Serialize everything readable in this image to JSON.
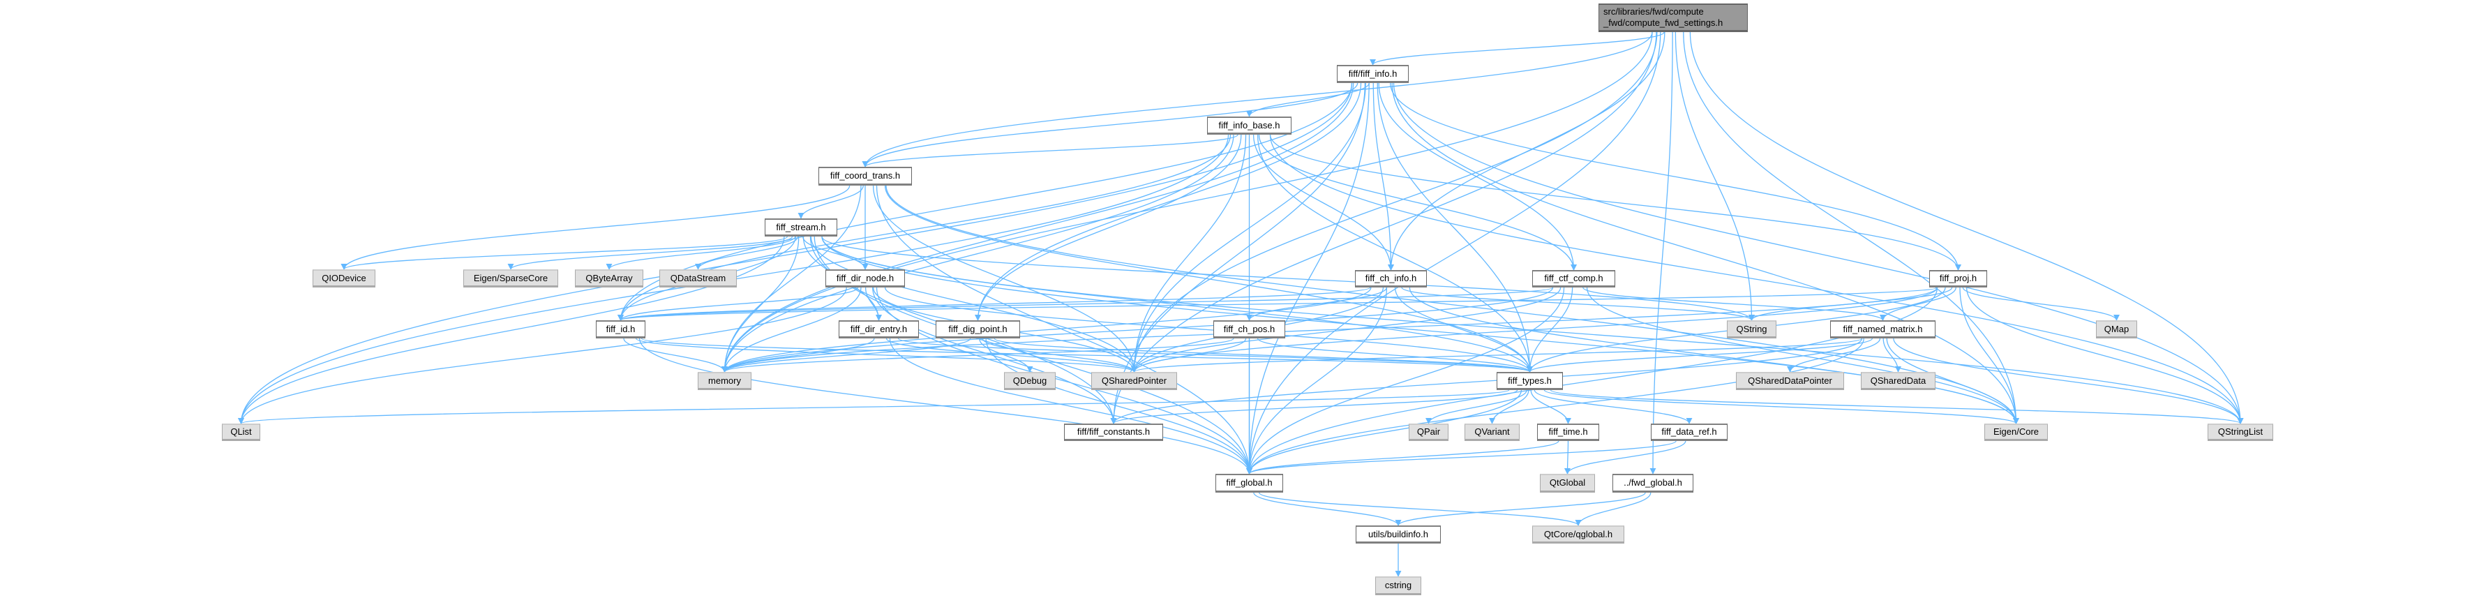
{
  "graph": {
    "type": "include-dependency-graph",
    "root": "root",
    "colors": {
      "edge": "#63b8ff",
      "node_bg": "#ffffff",
      "external_bg": "#e0e0e0",
      "root_bg": "#999999"
    },
    "nodes": [
      {
        "id": "root",
        "lines": [
          "src/libraries/fwd/compute",
          "_fwd/compute_fwd_settings.h"
        ],
        "kind": "root"
      },
      {
        "id": "fiff_info",
        "lines": [
          "fiff/fiff_info.h"
        ],
        "kind": "local"
      },
      {
        "id": "fiff_info_base",
        "lines": [
          "fiff_info_base.h"
        ],
        "kind": "local"
      },
      {
        "id": "fiff_coord_trans",
        "lines": [
          "fiff_coord_trans.h"
        ],
        "kind": "local"
      },
      {
        "id": "fiff_stream",
        "lines": [
          "fiff_stream.h"
        ],
        "kind": "local"
      },
      {
        "id": "QIODevice",
        "lines": [
          "QIODevice"
        ],
        "kind": "external"
      },
      {
        "id": "Eigen_SparseCore",
        "lines": [
          "Eigen/SparseCore"
        ],
        "kind": "external"
      },
      {
        "id": "QByteArray",
        "lines": [
          "QByteArray"
        ],
        "kind": "external"
      },
      {
        "id": "QDataStream",
        "lines": [
          "QDataStream"
        ],
        "kind": "external"
      },
      {
        "id": "fiff_dir_node",
        "lines": [
          "fiff_dir_node.h"
        ],
        "kind": "local"
      },
      {
        "id": "fiff_ch_info",
        "lines": [
          "fiff_ch_info.h"
        ],
        "kind": "local"
      },
      {
        "id": "fiff_ctf_comp",
        "lines": [
          "fiff_ctf_comp.h"
        ],
        "kind": "local"
      },
      {
        "id": "fiff_proj",
        "lines": [
          "fiff_proj.h"
        ],
        "kind": "local"
      },
      {
        "id": "fiff_id",
        "lines": [
          "fiff_id.h"
        ],
        "kind": "local"
      },
      {
        "id": "fiff_dir_entry",
        "lines": [
          "fiff_dir_entry.h"
        ],
        "kind": "local"
      },
      {
        "id": "fiff_dig_point",
        "lines": [
          "fiff_dig_point.h"
        ],
        "kind": "local"
      },
      {
        "id": "fiff_ch_pos",
        "lines": [
          "fiff_ch_pos.h"
        ],
        "kind": "local"
      },
      {
        "id": "QString",
        "lines": [
          "QString"
        ],
        "kind": "external"
      },
      {
        "id": "fiff_named_matrix",
        "lines": [
          "fiff_named_matrix.h"
        ],
        "kind": "local"
      },
      {
        "id": "QMap",
        "lines": [
          "QMap"
        ],
        "kind": "external"
      },
      {
        "id": "memory",
        "lines": [
          "memory"
        ],
        "kind": "external"
      },
      {
        "id": "QDebug",
        "lines": [
          "QDebug"
        ],
        "kind": "external"
      },
      {
        "id": "QSharedPointer",
        "lines": [
          "QSharedPointer"
        ],
        "kind": "external"
      },
      {
        "id": "fiff_types",
        "lines": [
          "fiff_types.h"
        ],
        "kind": "local"
      },
      {
        "id": "QSharedDataPointer",
        "lines": [
          "QSharedDataPointer"
        ],
        "kind": "external"
      },
      {
        "id": "QSharedData",
        "lines": [
          "QSharedData"
        ],
        "kind": "external"
      },
      {
        "id": "QList",
        "lines": [
          "QList"
        ],
        "kind": "external"
      },
      {
        "id": "fiff_constants",
        "lines": [
          "fiff/fiff_constants.h"
        ],
        "kind": "local"
      },
      {
        "id": "QPair",
        "lines": [
          "QPair"
        ],
        "kind": "external"
      },
      {
        "id": "QVariant",
        "lines": [
          "QVariant"
        ],
        "kind": "external"
      },
      {
        "id": "fiff_time",
        "lines": [
          "fiff_time.h"
        ],
        "kind": "local"
      },
      {
        "id": "fiff_data_ref",
        "lines": [
          "fiff_data_ref.h"
        ],
        "kind": "local"
      },
      {
        "id": "Eigen_Core",
        "lines": [
          "Eigen/Core"
        ],
        "kind": "external"
      },
      {
        "id": "QStringList",
        "lines": [
          "QStringList"
        ],
        "kind": "external"
      },
      {
        "id": "fiff_global",
        "lines": [
          "fiff_global.h"
        ],
        "kind": "local"
      },
      {
        "id": "QtGlobal",
        "lines": [
          "QtGlobal"
        ],
        "kind": "external"
      },
      {
        "id": "fwd_global",
        "lines": [
          "../fwd_global.h"
        ],
        "kind": "local"
      },
      {
        "id": "utils_buildinfo",
        "lines": [
          "utils/buildinfo.h"
        ],
        "kind": "local"
      },
      {
        "id": "QtCore_qglobal",
        "lines": [
          "QtCore/qglobal.h"
        ],
        "kind": "external"
      },
      {
        "id": "cstring",
        "lines": [
          "cstring"
        ],
        "kind": "external"
      }
    ],
    "edges": [
      [
        "root",
        "fiff_info"
      ],
      [
        "root",
        "fiff_coord_trans"
      ],
      [
        "root",
        "fiff_ch_info"
      ],
      [
        "root",
        "QSharedPointer"
      ],
      [
        "root",
        "QString"
      ],
      [
        "root",
        "memory"
      ],
      [
        "root",
        "fiff_constants"
      ],
      [
        "root",
        "fiff_global"
      ],
      [
        "root",
        "fwd_global"
      ],
      [
        "root",
        "Eigen_Core"
      ],
      [
        "root",
        "QStringList"
      ],
      [
        "fiff_info",
        "fiff_info_base"
      ],
      [
        "fiff_info",
        "fiff_coord_trans"
      ],
      [
        "fiff_info",
        "fiff_ch_info"
      ],
      [
        "fiff_info",
        "fiff_ctf_comp"
      ],
      [
        "fiff_info",
        "fiff_proj"
      ],
      [
        "fiff_info",
        "fiff_dig_point"
      ],
      [
        "fiff_info",
        "fiff_id"
      ],
      [
        "fiff_info",
        "fiff_types"
      ],
      [
        "fiff_info",
        "QSharedPointer"
      ],
      [
        "fiff_info",
        "QList"
      ],
      [
        "fiff_info",
        "memory"
      ],
      [
        "fiff_info",
        "fiff_global"
      ],
      [
        "fiff_info",
        "Eigen_Core"
      ],
      [
        "fiff_info",
        "QStringList"
      ],
      [
        "fiff_info",
        "fiff_constants"
      ],
      [
        "fiff_info_base",
        "fiff_coord_trans"
      ],
      [
        "fiff_info_base",
        "fiff_ch_info"
      ],
      [
        "fiff_info_base",
        "fiff_ctf_comp"
      ],
      [
        "fiff_info_base",
        "fiff_proj"
      ],
      [
        "fiff_info_base",
        "fiff_id"
      ],
      [
        "fiff_info_base",
        "fiff_dig_point"
      ],
      [
        "fiff_info_base",
        "fiff_types"
      ],
      [
        "fiff_info_base",
        "QSharedPointer"
      ],
      [
        "fiff_info_base",
        "memory"
      ],
      [
        "fiff_info_base",
        "QList"
      ],
      [
        "fiff_info_base",
        "fiff_global"
      ],
      [
        "fiff_info_base",
        "QStringList"
      ],
      [
        "fiff_coord_trans",
        "fiff_stream"
      ],
      [
        "fiff_coord_trans",
        "fiff_dir_node"
      ],
      [
        "fiff_coord_trans",
        "QIODevice"
      ],
      [
        "fiff_coord_trans",
        "QSharedPointer"
      ],
      [
        "fiff_coord_trans",
        "memory"
      ],
      [
        "fiff_coord_trans",
        "fiff_global"
      ],
      [
        "fiff_coord_trans",
        "fiff_types"
      ],
      [
        "fiff_coord_trans",
        "Eigen_Core"
      ],
      [
        "fiff_stream",
        "QIODevice"
      ],
      [
        "fiff_stream",
        "Eigen_SparseCore"
      ],
      [
        "fiff_stream",
        "QByteArray"
      ],
      [
        "fiff_stream",
        "QDataStream"
      ],
      [
        "fiff_stream",
        "fiff_dir_node"
      ],
      [
        "fiff_stream",
        "fiff_dir_entry"
      ],
      [
        "fiff_stream",
        "fiff_id"
      ],
      [
        "fiff_stream",
        "fiff_types"
      ],
      [
        "fiff_stream",
        "QSharedPointer"
      ],
      [
        "fiff_stream",
        "QList"
      ],
      [
        "fiff_stream",
        "QString"
      ],
      [
        "fiff_stream",
        "QStringList"
      ],
      [
        "fiff_stream",
        "memory"
      ],
      [
        "fiff_stream",
        "fiff_global"
      ],
      [
        "fiff_stream",
        "fiff_constants"
      ],
      [
        "fiff_stream",
        "Eigen_Core"
      ],
      [
        "fiff_dir_node",
        "fiff_dir_entry"
      ],
      [
        "fiff_dir_node",
        "fiff_id"
      ],
      [
        "fiff_dir_node",
        "fiff_types"
      ],
      [
        "fiff_dir_node",
        "QSharedPointer"
      ],
      [
        "fiff_dir_node",
        "QList"
      ],
      [
        "fiff_dir_node",
        "memory"
      ],
      [
        "fiff_dir_node",
        "fiff_global"
      ],
      [
        "fiff_dir_node",
        "fiff_constants"
      ],
      [
        "fiff_ch_info",
        "fiff_ch_pos"
      ],
      [
        "fiff_ch_info",
        "fiff_types"
      ],
      [
        "fiff_ch_info",
        "QSharedPointer"
      ],
      [
        "fiff_ch_info",
        "QString"
      ],
      [
        "fiff_ch_info",
        "memory"
      ],
      [
        "fiff_ch_info",
        "fiff_global"
      ],
      [
        "fiff_ch_info",
        "Eigen_Core"
      ],
      [
        "fiff_ch_info",
        "fiff_id"
      ],
      [
        "fiff_ctf_comp",
        "fiff_named_matrix"
      ],
      [
        "fiff_ctf_comp",
        "fiff_types"
      ],
      [
        "fiff_ctf_comp",
        "QSharedPointer"
      ],
      [
        "fiff_ctf_comp",
        "memory"
      ],
      [
        "fiff_ctf_comp",
        "fiff_global"
      ],
      [
        "fiff_ctf_comp",
        "Eigen_Core"
      ],
      [
        "fiff_ctf_comp",
        "fiff_id"
      ],
      [
        "fiff_proj",
        "fiff_named_matrix"
      ],
      [
        "fiff_proj",
        "fiff_types"
      ],
      [
        "fiff_proj",
        "QSharedPointer"
      ],
      [
        "fiff_proj",
        "QString"
      ],
      [
        "fiff_proj",
        "QStringList"
      ],
      [
        "fiff_proj",
        "QMap"
      ],
      [
        "fiff_proj",
        "Eigen_Core"
      ],
      [
        "fiff_proj",
        "fiff_global"
      ],
      [
        "fiff_proj",
        "fiff_id"
      ],
      [
        "fiff_proj",
        "memory"
      ],
      [
        "fiff_named_matrix",
        "fiff_types"
      ],
      [
        "fiff_named_matrix",
        "QSharedDataPointer"
      ],
      [
        "fiff_named_matrix",
        "QSharedData"
      ],
      [
        "fiff_named_matrix",
        "Eigen_Core"
      ],
      [
        "fiff_named_matrix",
        "QStringList"
      ],
      [
        "fiff_named_matrix",
        "fiff_global"
      ],
      [
        "fiff_named_matrix",
        "fiff_constants"
      ],
      [
        "fiff_named_matrix",
        "QSharedPointer"
      ],
      [
        "fiff_id",
        "fiff_types"
      ],
      [
        "fiff_id",
        "QSharedPointer"
      ],
      [
        "fiff_id",
        "memory"
      ],
      [
        "fiff_id",
        "fiff_global"
      ],
      [
        "fiff_dir_entry",
        "fiff_types"
      ],
      [
        "fiff_dir_entry",
        "QSharedPointer"
      ],
      [
        "fiff_dir_entry",
        "memory"
      ],
      [
        "fiff_dir_entry",
        "fiff_global"
      ],
      [
        "fiff_dig_point",
        "fiff_types"
      ],
      [
        "fiff_dig_point",
        "QDebug"
      ],
      [
        "fiff_dig_point",
        "QSharedPointer"
      ],
      [
        "fiff_dig_point",
        "memory"
      ],
      [
        "fiff_dig_point",
        "fiff_global"
      ],
      [
        "fiff_ch_pos",
        "fiff_types"
      ],
      [
        "fiff_ch_pos",
        "QSharedPointer"
      ],
      [
        "fiff_ch_pos",
        "memory"
      ],
      [
        "fiff_ch_pos",
        "fiff_global"
      ],
      [
        "fiff_types",
        "QPair"
      ],
      [
        "fiff_types",
        "QVariant"
      ],
      [
        "fiff_types",
        "fiff_time"
      ],
      [
        "fiff_types",
        "fiff_data_ref"
      ],
      [
        "fiff_types",
        "Eigen_Core"
      ],
      [
        "fiff_types",
        "QStringList"
      ],
      [
        "fiff_types",
        "QList"
      ],
      [
        "fiff_types",
        "fiff_constants"
      ],
      [
        "fiff_types",
        "fiff_global"
      ],
      [
        "fiff_time",
        "QtGlobal"
      ],
      [
        "fiff_time",
        "fiff_global"
      ],
      [
        "fiff_data_ref",
        "QtGlobal"
      ],
      [
        "fiff_data_ref",
        "fiff_global"
      ],
      [
        "fiff_global",
        "utils_buildinfo"
      ],
      [
        "fiff_global",
        "QtCore_qglobal"
      ],
      [
        "fwd_global",
        "utils_buildinfo"
      ],
      [
        "fwd_global",
        "QtCore_qglobal"
      ],
      [
        "utils_buildinfo",
        "cstring"
      ]
    ]
  }
}
